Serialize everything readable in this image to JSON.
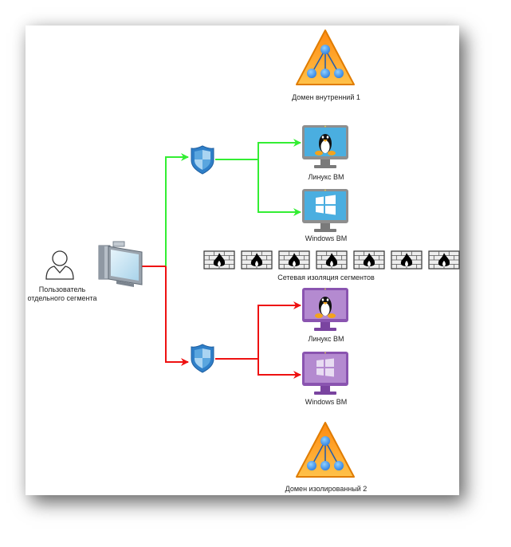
{
  "diagram": {
    "domain_internal": {
      "label": "Домен внутренний 1"
    },
    "domain_isolated": {
      "label": "Домен изолированный 2"
    },
    "user": {
      "label_line1": "Пользователь",
      "label_line2": "отдельного сегмента"
    },
    "vm_internal_linux": {
      "label": "Линукс ВМ"
    },
    "vm_internal_windows": {
      "label": "Windows ВМ"
    },
    "vm_isolated_linux": {
      "label": "Линукс ВМ"
    },
    "vm_isolated_windows": {
      "label": "Windows ВМ"
    },
    "firewall": {
      "label": "Сетевая изоляция сегментов",
      "count": 7
    },
    "colors": {
      "allowed_link": "#33ee33",
      "isolated_link": "#ee1111",
      "domain_fill": "#f7a21b",
      "internal_vm_screen": "#4aaee0",
      "internal_vm_frame": "#8e8e8e",
      "isolated_vm_screen": "#b48ad0",
      "isolated_vm_frame": "#8a54b0",
      "shield": "#2f7fc8"
    }
  }
}
